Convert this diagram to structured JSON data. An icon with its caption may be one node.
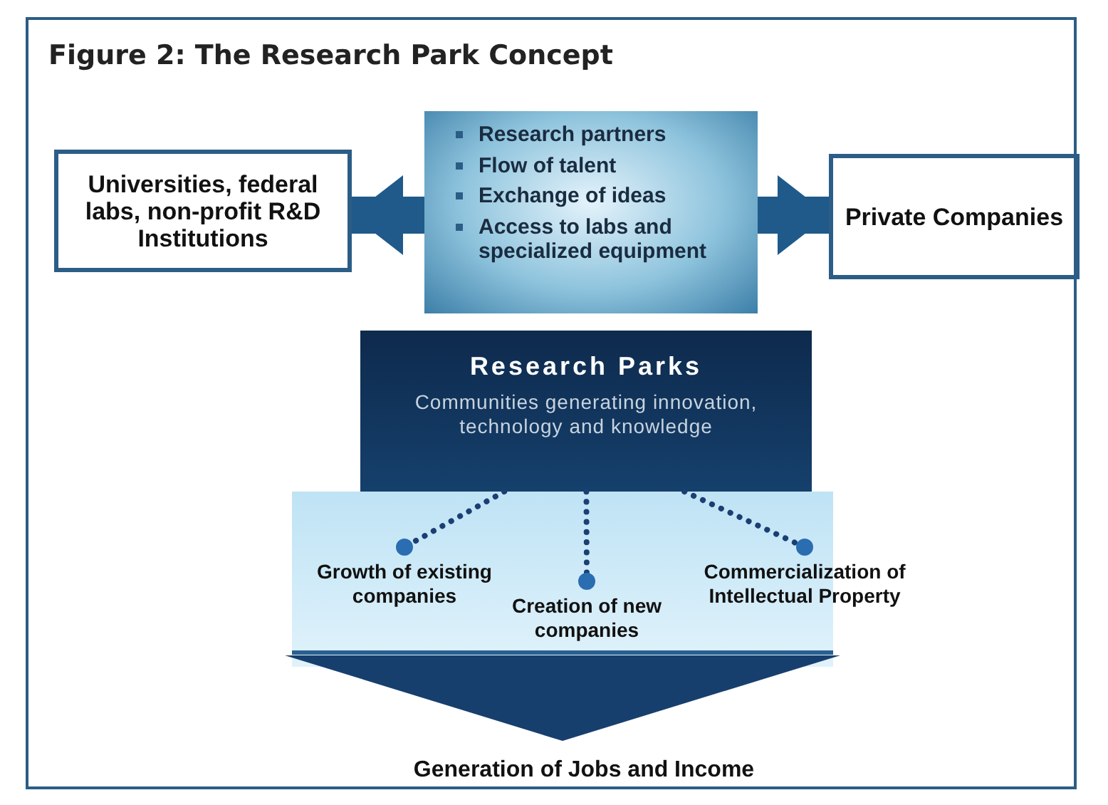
{
  "diagram": {
    "title": "Figure 2: The Research Park Concept",
    "nodes": [
      {
        "text": [
          "Universities, federal labs, non-profit R&D Institutions"
        ]
      },
      {
        "text": [
          "Research partners",
          "Flow of talent",
          "Exchange of ideas",
          "Access to labs and specialized equipment"
        ]
      },
      {
        "text": [
          "Private Companies"
        ]
      },
      {
        "text": [
          "Research Parks",
          "Communities generating innovation, technology and knowledge"
        ]
      },
      {
        "text": [],
        "shape": "arrow"
      },
      {
        "text": [
          "Growth of existing companies"
        ],
        "in": 4
      },
      {
        "text": [
          "Creation of new companies"
        ],
        "in": 4
      },
      {
        "text": [
          "Commercialization of Intellectual Property"
        ],
        "in": 4
      }
    ],
    "edges": [
      {
        "from": 1,
        "to": 0,
        "arrow": "to",
        "style": "thick"
      },
      {
        "from": 1,
        "to": 2,
        "arrow": "to",
        "style": "thick"
      },
      {
        "from": 3,
        "to": 5,
        "arrow": "other",
        "style": "dashed"
      },
      {
        "from": 3,
        "to": 6,
        "arrow": "other",
        "style": "dashed"
      },
      {
        "from": 3,
        "to": 7,
        "arrow": "other",
        "style": "dashed"
      }
    ],
    "labels": [
      "Generation of Jobs and Income"
    ]
  }
}
